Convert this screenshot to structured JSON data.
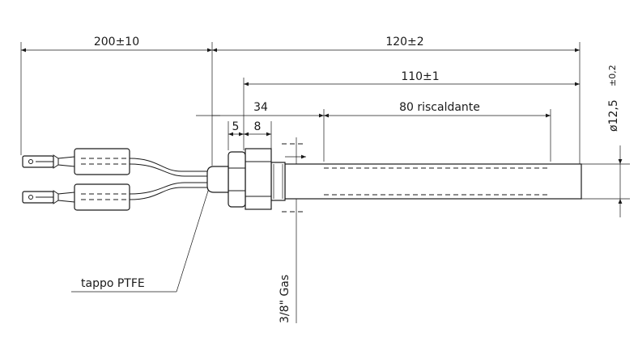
{
  "dimensions": {
    "cable_length": "200±10",
    "total_length": "120±2",
    "rod_length": "110±1",
    "fitting_length": "34",
    "nut_width": "5",
    "thread_width": "8",
    "heating_zone": "80 riscaldante",
    "diameter": "ø12,5",
    "diameter_tolerance": "±0,2",
    "thread": "3/8\" Gas"
  },
  "labels": {
    "plug": "tappo PTFE",
    "marker": "*"
  }
}
